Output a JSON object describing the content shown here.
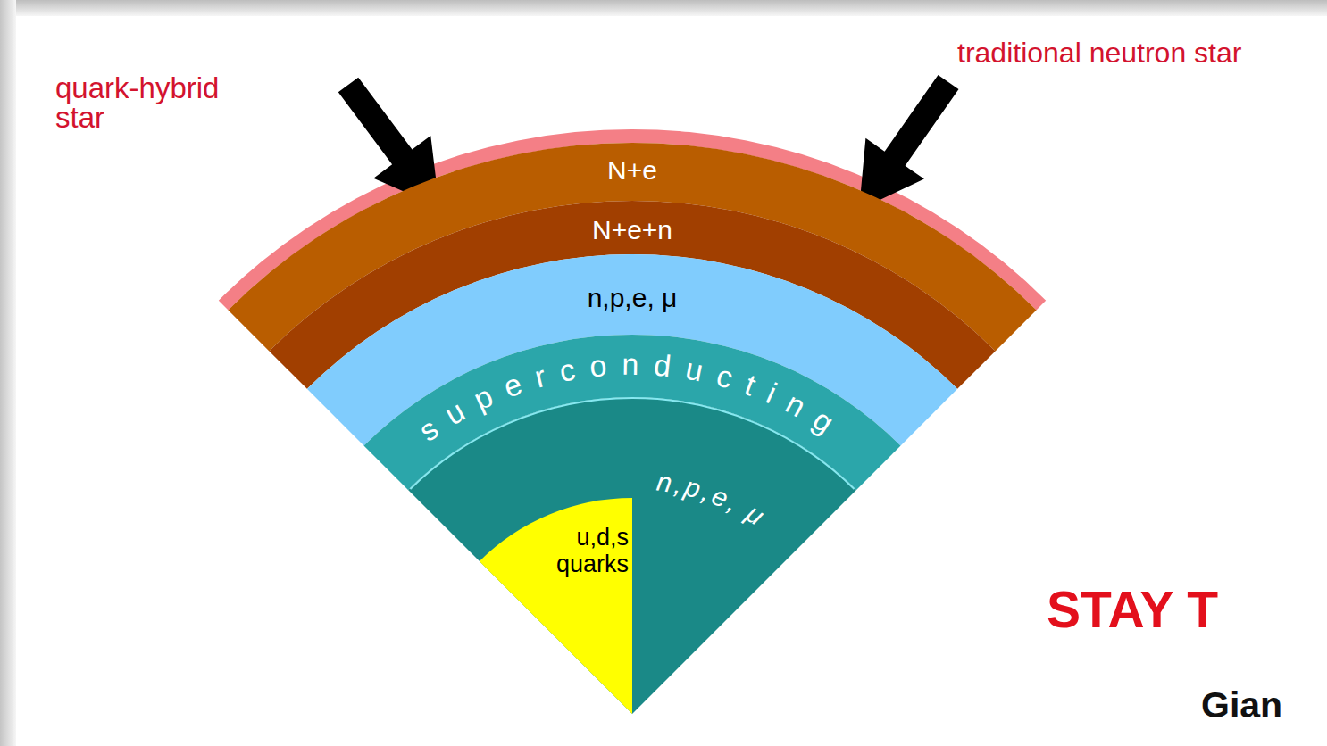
{
  "diagram": {
    "nodes": [
      {
        "text": [
          "N+e"
        ]
      },
      {
        "text": [
          "N+e+n"
        ]
      },
      {
        "text": [
          "n,p,e, μ"
        ]
      },
      {
        "text": [
          "superconducting"
        ]
      },
      {
        "text": [
          "n,p,e, μ"
        ]
      },
      {
        "text": [
          "u,d,s quarks"
        ],
        "in": 4
      }
    ],
    "labels": [
      "quark-hybrid star",
      "traditional neutron star",
      "STAY T",
      "Gian"
    ]
  }
}
